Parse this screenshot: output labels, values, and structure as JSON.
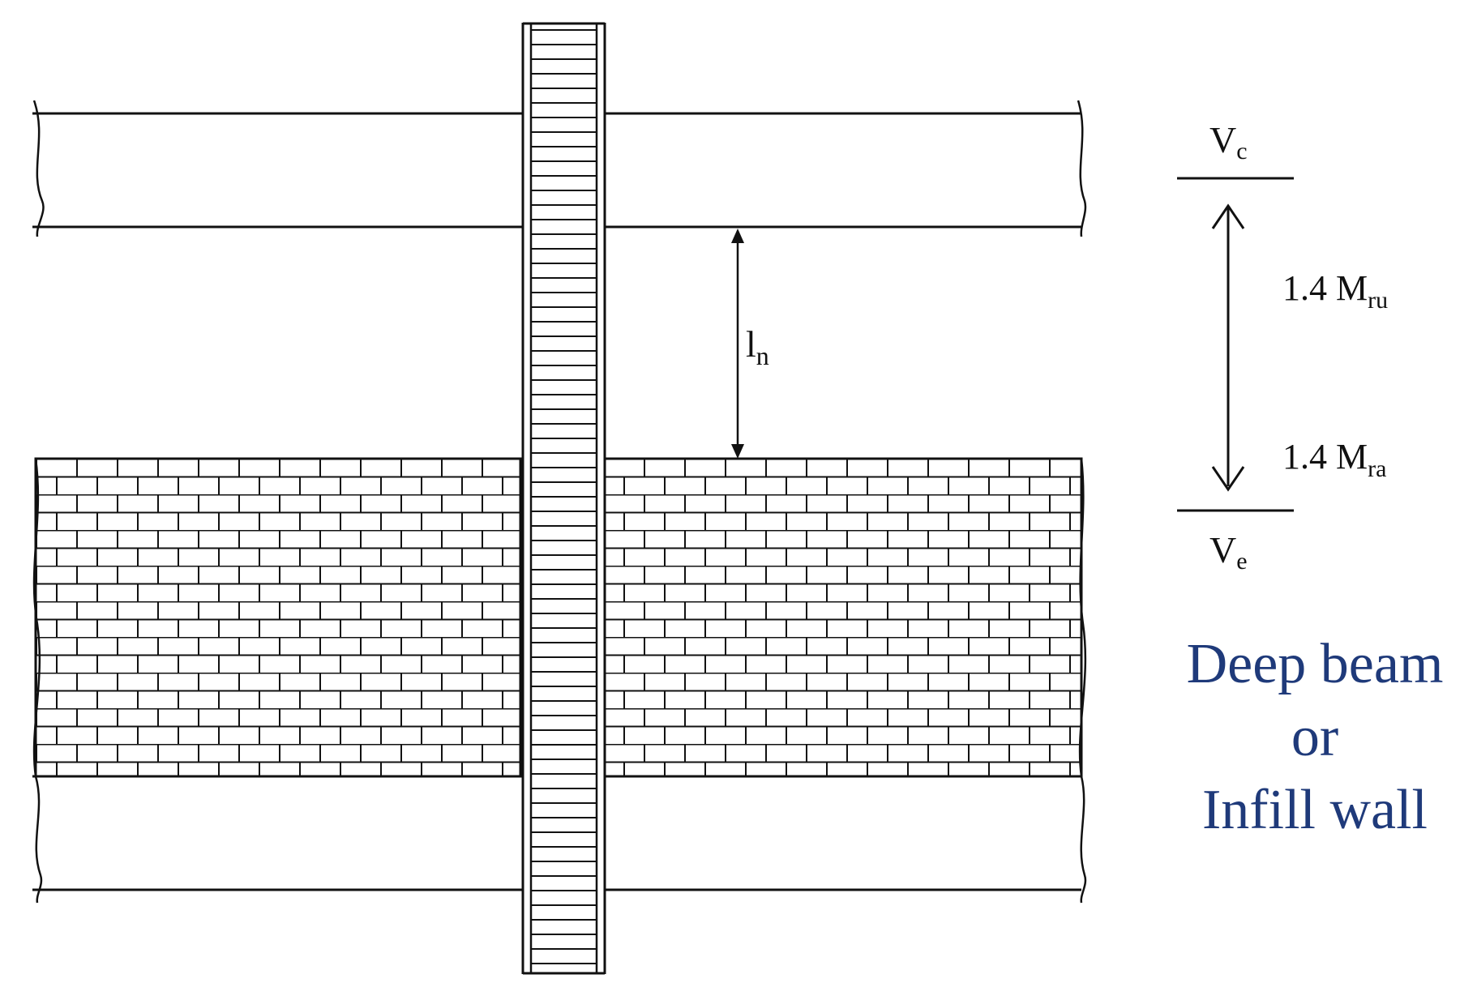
{
  "labels": {
    "clear_span": {
      "main": "l",
      "sub": "n"
    },
    "top_shear": {
      "main": "V",
      "sub": "c"
    },
    "bottom_shear": {
      "main": "V",
      "sub": "e"
    },
    "moment_upper": {
      "main": "1.4 M",
      "sub": "ru"
    },
    "moment_lower": {
      "main": "1.4 M",
      "sub": "ra"
    }
  },
  "caption": {
    "line1": "Deep beam",
    "line2": "or",
    "line3": "Infill wall"
  },
  "colors": {
    "ink": "#111111",
    "caption": "#1f3a7a",
    "background": "#ffffff"
  }
}
